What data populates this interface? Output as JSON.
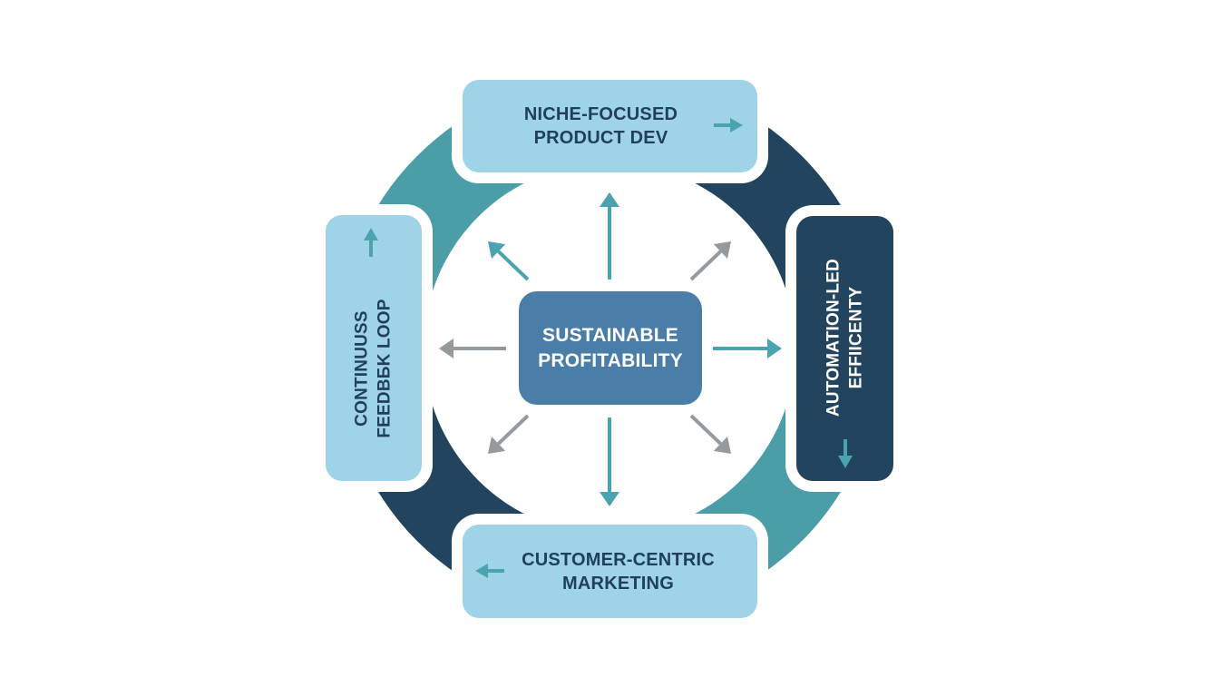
{
  "diagram": {
    "type": "cycle-diagram",
    "center": {
      "lines": [
        "SUSTAINABLE",
        "PROFITABILITY"
      ]
    },
    "stages": [
      {
        "id": "top",
        "lines": [
          "NICHE-FOCUSED",
          "PRODUCT DEV"
        ],
        "direction_icon": "arrow-right-icon",
        "style": "light"
      },
      {
        "id": "right",
        "lines": [
          "AUTOMATION-LED",
          "EFFIICENTY"
        ],
        "direction_icon": "arrow-down-icon",
        "style": "dark"
      },
      {
        "id": "bottom",
        "lines": [
          "CUSTOMER-CENTRIC",
          "MARKETING"
        ],
        "direction_icon": "arrow-left-icon",
        "style": "light"
      },
      {
        "id": "left",
        "lines": [
          "CONTINUUSS",
          "FEEDBБK LOOP"
        ],
        "direction_icon": "arrow-up-icon",
        "style": "light"
      }
    ],
    "radial_arrows": [
      {
        "direction": "up",
        "color": "teal"
      },
      {
        "direction": "up-right",
        "color": "gray"
      },
      {
        "direction": "right",
        "color": "teal"
      },
      {
        "direction": "down-right",
        "color": "gray"
      },
      {
        "direction": "down",
        "color": "teal"
      },
      {
        "direction": "down-left",
        "color": "gray"
      },
      {
        "direction": "left",
        "color": "gray"
      },
      {
        "direction": "up-left",
        "color": "teal"
      }
    ],
    "colors": {
      "light_box": "#9fd3e8",
      "dark_box": "#22445f",
      "center_box": "#4a7ea8",
      "ring_teal": "#4b9ea8",
      "ring_navy": "#22445f",
      "arrow_teal": "#4aa3ae",
      "arrow_gray": "#959a9e",
      "text_dark": "#1f3f5c",
      "text_light": "#ffffff"
    }
  }
}
